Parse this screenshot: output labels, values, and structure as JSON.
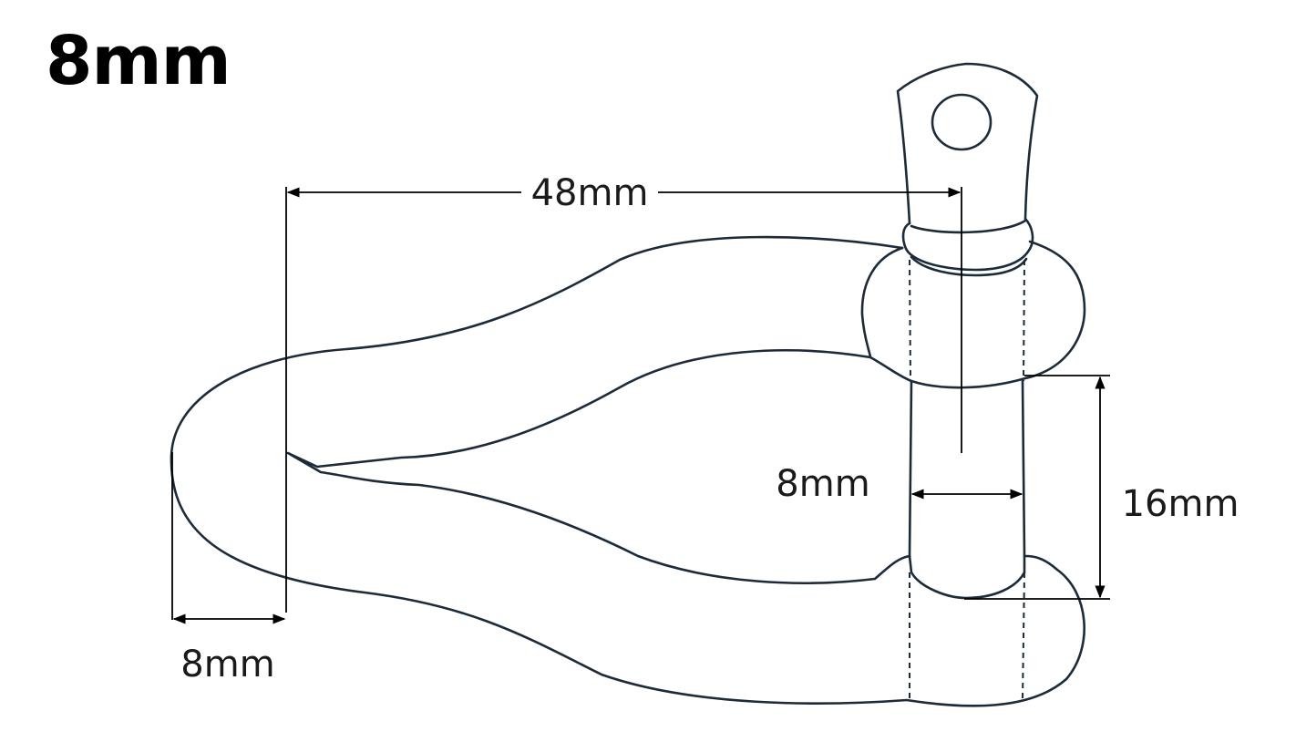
{
  "title": "8mm",
  "labels": {
    "width_48": "48mm",
    "pin_diameter": "8mm",
    "inner_height": "16mm",
    "body_thickness": "8mm"
  },
  "colors": {
    "outline": "#1c2b3a",
    "dimension": "#000000",
    "text": "#1a1a1a"
  }
}
